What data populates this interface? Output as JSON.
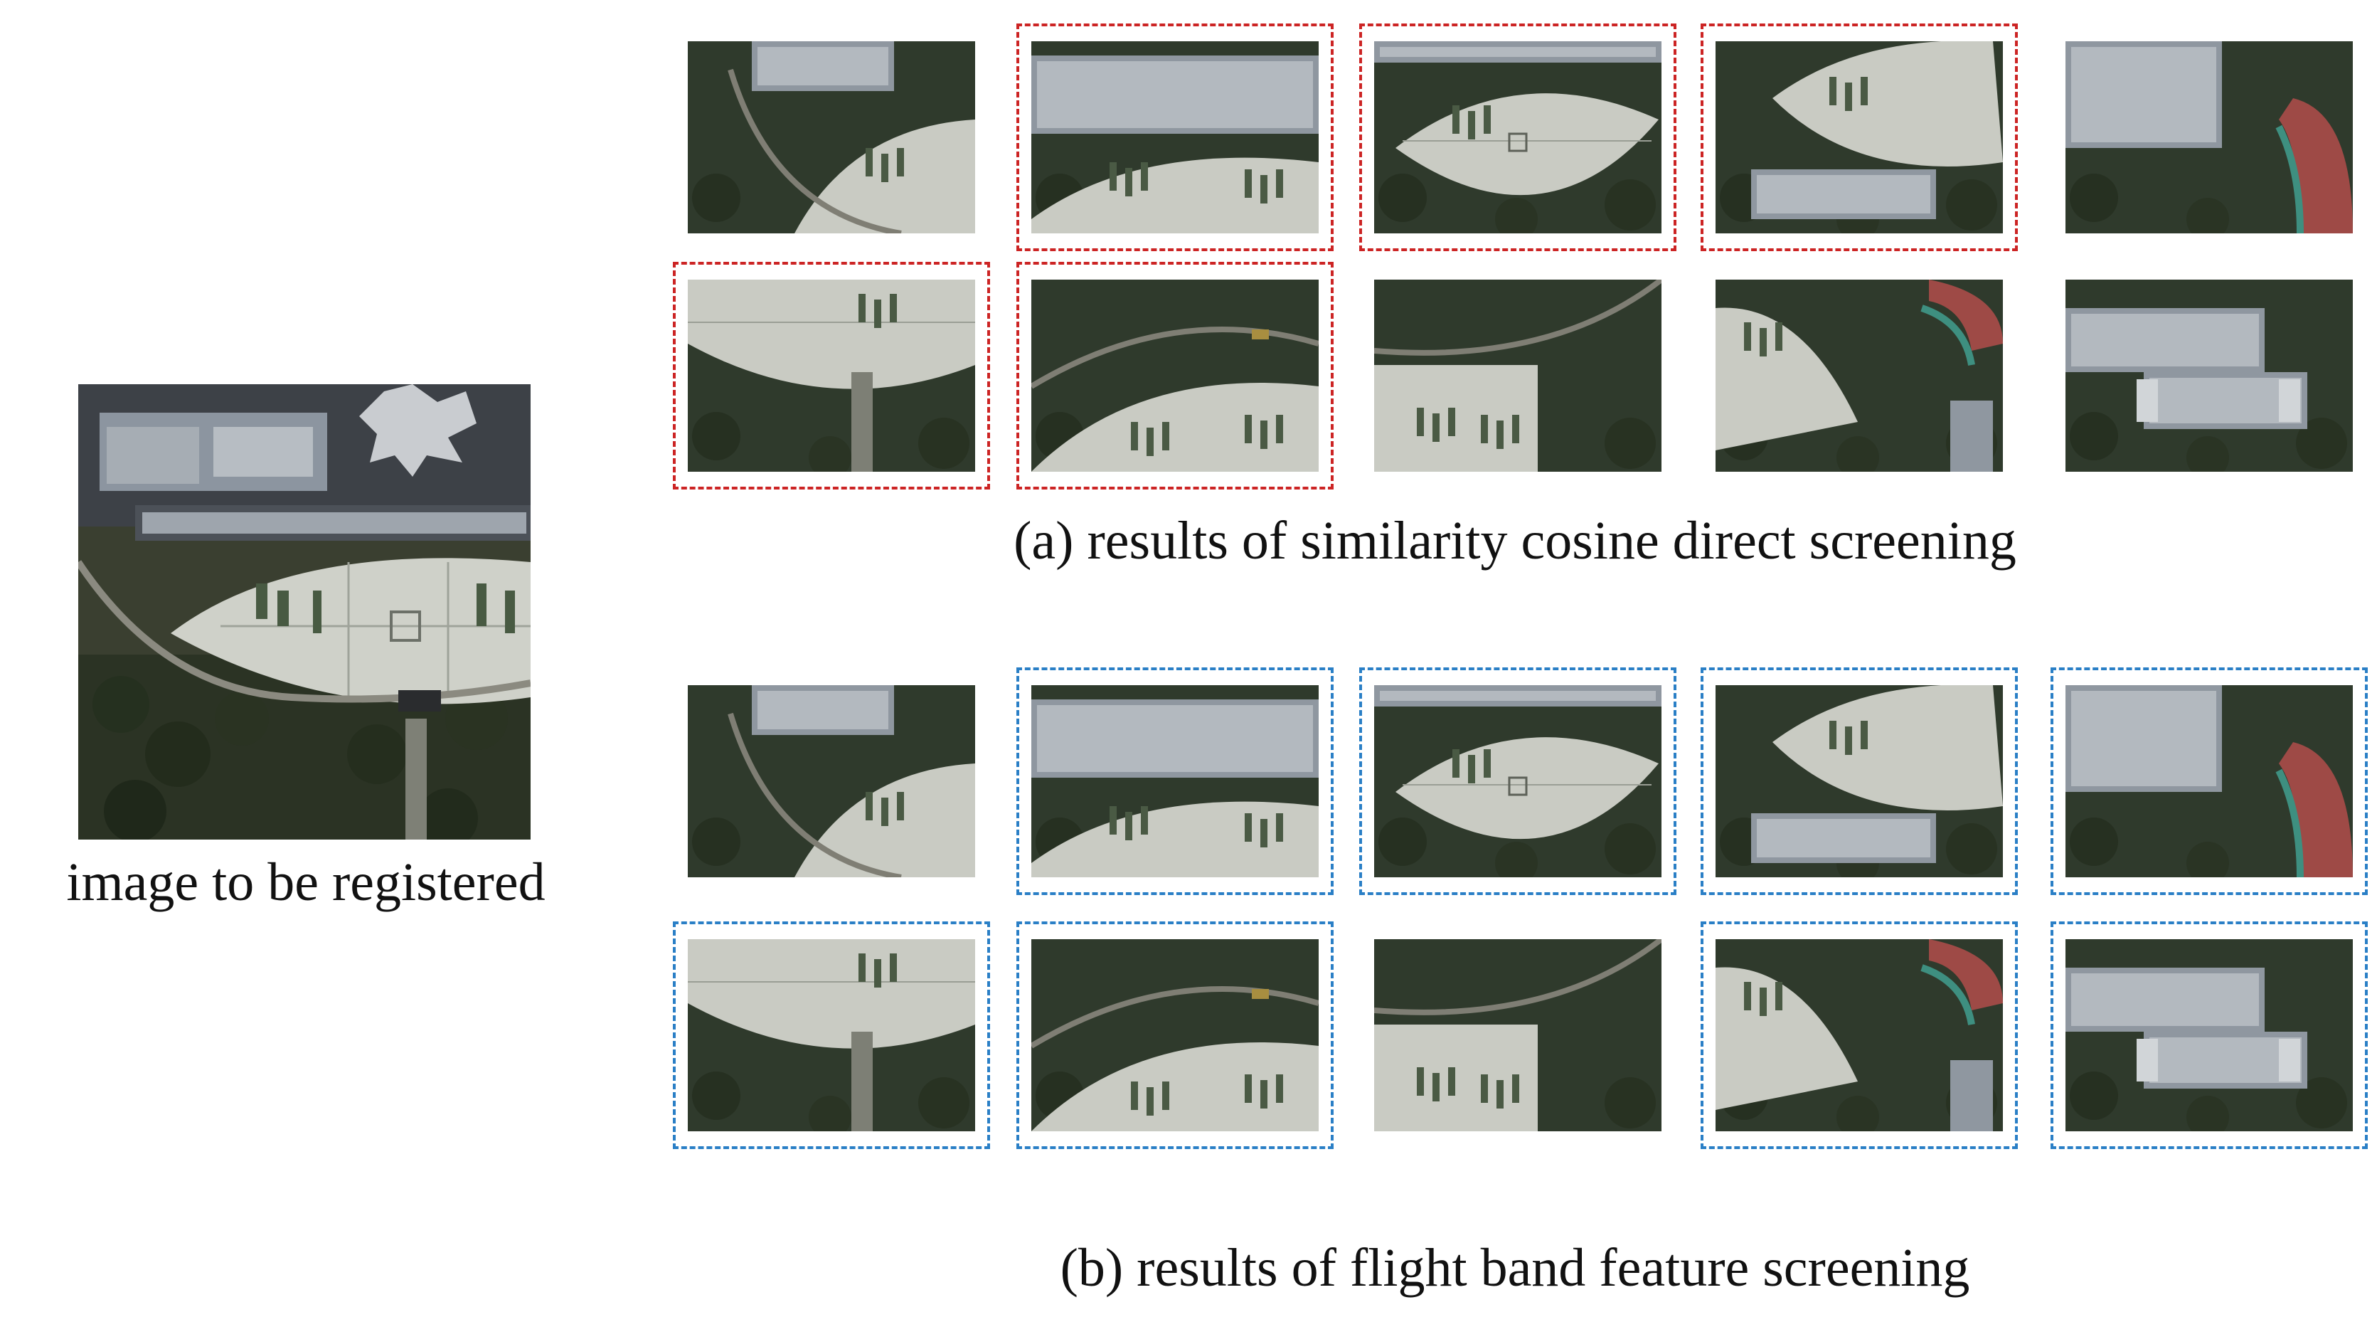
{
  "reference": {
    "caption": "image to be registered"
  },
  "panels": [
    {
      "id": "a",
      "caption": "(a) results of similarity cosine direct screening",
      "frame_color": "#cc2424",
      "rows": [
        [
          {
            "variant": "building-top",
            "selected": false
          },
          {
            "variant": "building-plaza",
            "selected": true
          },
          {
            "variant": "plaza-center",
            "selected": true
          },
          {
            "variant": "plaza-building-bottom",
            "selected": true
          },
          {
            "variant": "building-track",
            "selected": false
          }
        ],
        [
          {
            "variant": "plaza-gate",
            "selected": true
          },
          {
            "variant": "plaza-arc",
            "selected": true
          },
          {
            "variant": "plaza-corner",
            "selected": false
          },
          {
            "variant": "plaza-track-left",
            "selected": false
          },
          {
            "variant": "building-wing",
            "selected": false
          }
        ]
      ]
    },
    {
      "id": "b",
      "caption": "(b) results of flight band feature screening",
      "frame_color": "#2a7fc6",
      "rows": [
        [
          {
            "variant": "building-top",
            "selected": false
          },
          {
            "variant": "building-plaza",
            "selected": true
          },
          {
            "variant": "plaza-center",
            "selected": true
          },
          {
            "variant": "plaza-building-bottom",
            "selected": true
          },
          {
            "variant": "building-track",
            "selected": true
          }
        ],
        [
          {
            "variant": "plaza-gate",
            "selected": true
          },
          {
            "variant": "plaza-arc",
            "selected": true
          },
          {
            "variant": "plaza-corner",
            "selected": false
          },
          {
            "variant": "plaza-track-left",
            "selected": true
          },
          {
            "variant": "building-wing",
            "selected": true
          }
        ]
      ]
    }
  ]
}
